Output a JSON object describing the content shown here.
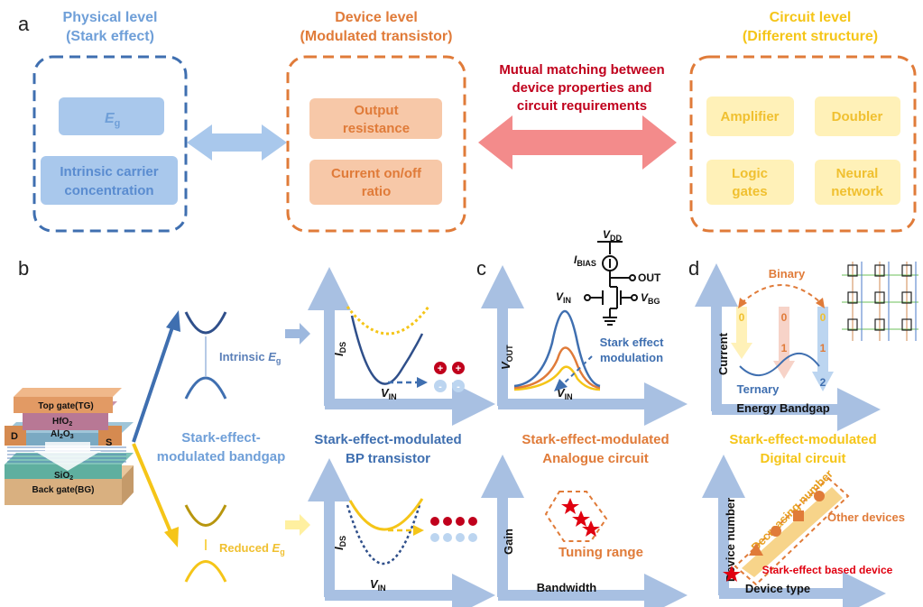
{
  "panel_labels": {
    "a": "a",
    "b": "b",
    "c": "c",
    "d": "d"
  },
  "levels": {
    "physical": {
      "title": "Physical level",
      "subtitle": "(Stark effect)",
      "items": [
        "E",
        "g",
        "Intrinsic carrier",
        "concentration"
      ]
    },
    "device": {
      "title": "Device level",
      "subtitle": "(Modulated transistor)",
      "items": [
        "Output",
        "resistance",
        "Current on/off",
        "ratio"
      ]
    },
    "circuit": {
      "title": "Circuit level",
      "subtitle": "(Different structure)",
      "items": [
        "Amplifier",
        "Doubler",
        "Logic",
        "gates",
        "Neural",
        "network"
      ]
    }
  },
  "matching": {
    "line1": "Mutual matching between",
    "line2": "device properties and",
    "line3": "circuit requirements"
  },
  "stack": {
    "top_gate": "Top gate(TG)",
    "hfo2": "HfO",
    "hfo2_sub": "2",
    "al2o3_a": "Al",
    "al2o3_sub1": "2",
    "al2o3_b": "O",
    "al2o3_sub2": "3",
    "d": "D",
    "s": "S",
    "sio2": "SiO",
    "sio2_sub": "2",
    "back_gate": "Back gate(BG)"
  },
  "bandgap": {
    "label_line1": "Stark-effect-",
    "label_line2": "modulated bandgap",
    "intrinsic": "Intrinsic ",
    "reduced": "Reduced ",
    "E": "E",
    "g": "g"
  },
  "transistor": {
    "title_line1": "Stark-effect-modulated",
    "title_line2": "BP transistor",
    "ylabel_I": "I",
    "ylabel_sub": "DS",
    "xlabel_V": "V",
    "xlabel_sub": "IN",
    "plus": "+",
    "minus": "-"
  },
  "analog": {
    "title_line1": "Stark-effect-modulated",
    "title_line2": "Analogue circuit",
    "vout": "V",
    "vout_sub": "OUT",
    "vin": "V",
    "vin_sub": "IN",
    "modulation_line1": "Stark effect",
    "modulation_line2": "modulation",
    "gain": "Gain",
    "bandwidth": "Bandwidth",
    "tuning": "Tuning range",
    "schematic": {
      "vdd": "V",
      "vdd_sub": "DD",
      "ibias": "I",
      "ibias_sub": "BIAS",
      "out": "OUT",
      "vin": "V",
      "vin_sub": "IN",
      "vbg": "V",
      "vbg_sub": "BG"
    }
  },
  "digital": {
    "title_line1": "Stark-effect-modulated",
    "title_line2": "Digital circuit",
    "current": "Current",
    "energy": "Energy Bandgap",
    "binary": "Binary",
    "ternary": "Ternary",
    "levels": [
      "0",
      "0",
      "1",
      "0",
      "1",
      "2"
    ],
    "device_number": "Device number",
    "device_type": "Device type",
    "decreasing": "Decreasing number",
    "other": "Other devices",
    "stark_device": "Stark-effect based device"
  },
  "colors": {
    "blue_dark": "#3f6fb0",
    "blue_light": "#9db8de",
    "blue_fill": "#a9c8ec",
    "orange": "#e07b39",
    "orange_fill": "#f7c8a8",
    "yellow": "#f5c518",
    "yellow_fill": "#fff1b8",
    "red": "#c0001c",
    "pink": "#f38b8b",
    "axis": "#a8c0e2"
  }
}
